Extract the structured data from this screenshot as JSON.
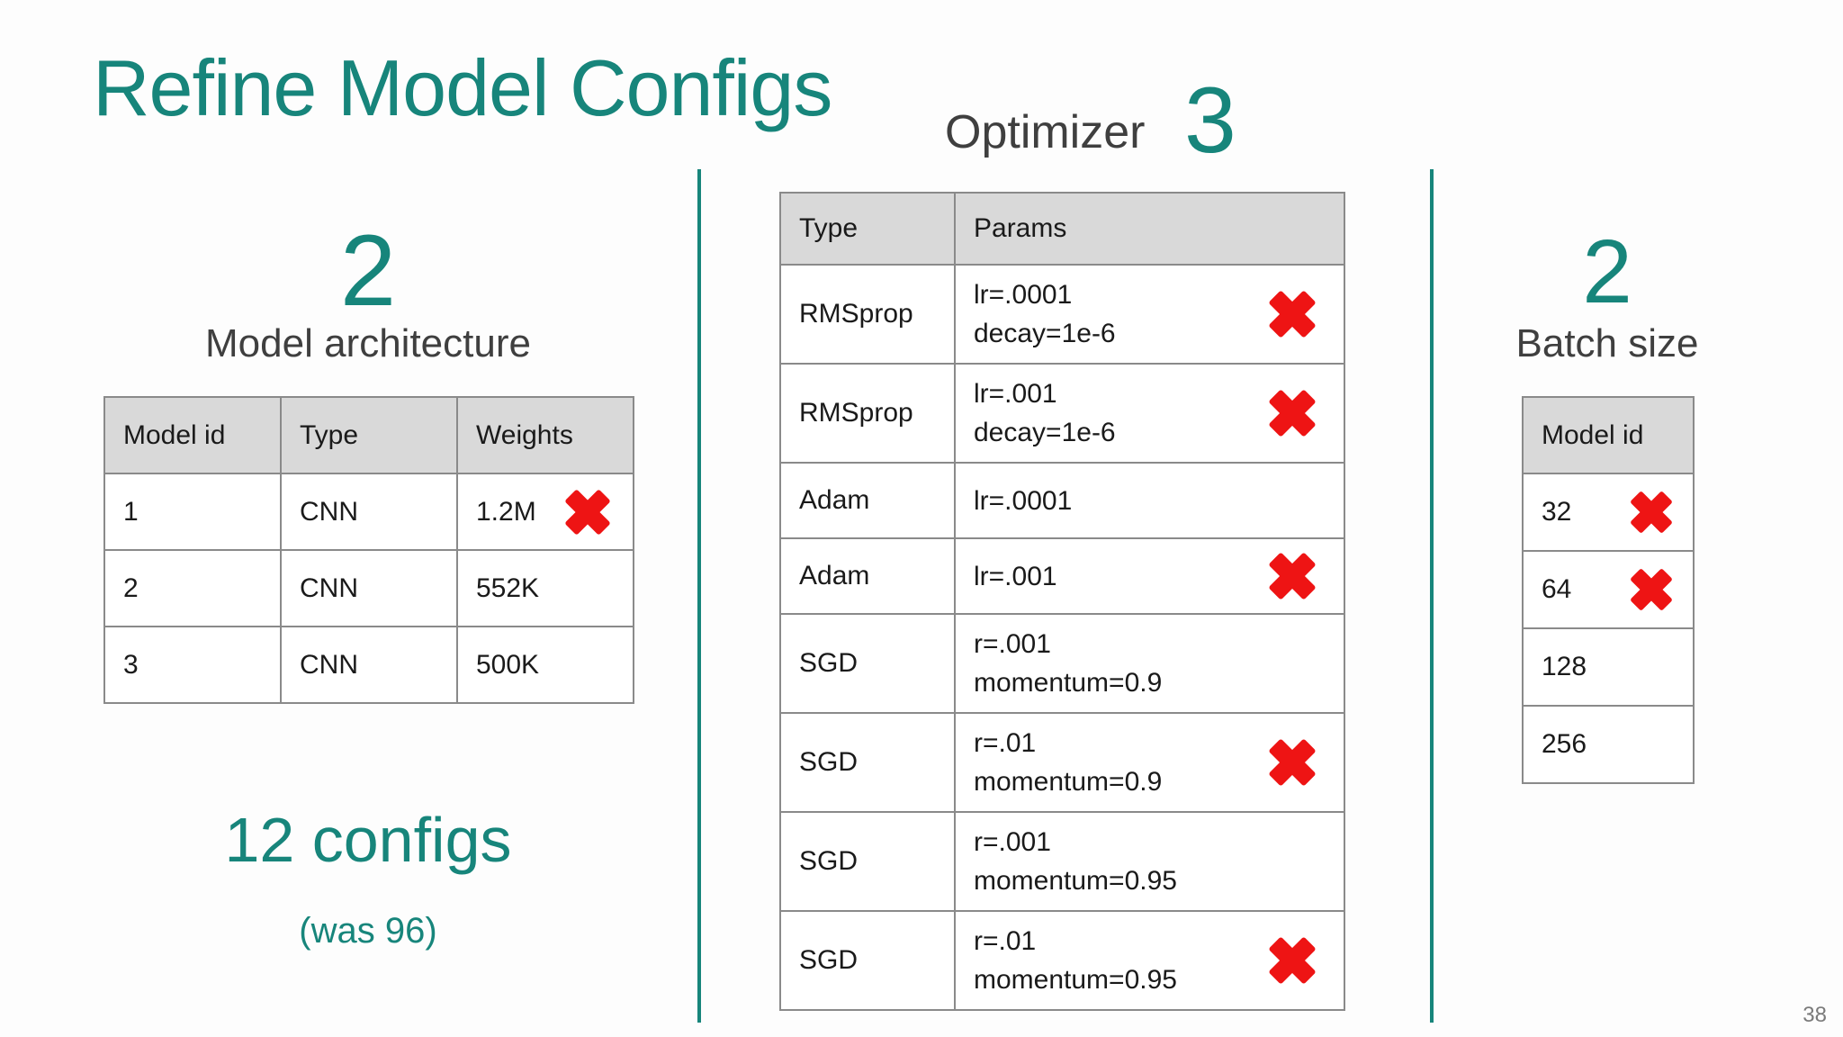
{
  "slide": {
    "title": "Refine Model Configs",
    "page_number": "38",
    "colors": {
      "teal": "#17857B",
      "heading_gray": "#3F3F3F",
      "text_black": "#1A1A1A",
      "red": "#EE1414",
      "table_border": "#8A8A8A",
      "header_bg": "#D9D9D9",
      "page_gray": "#7A7A7A"
    }
  },
  "model_architecture": {
    "count": "2",
    "heading": "Model architecture",
    "table": {
      "headers": [
        "Model id",
        "Type",
        "Weights"
      ],
      "rows": [
        {
          "model_id": "1",
          "type": "CNN",
          "weights": "1.2M",
          "rejected": true
        },
        {
          "model_id": "2",
          "type": "CNN",
          "weights": "552K",
          "rejected": false
        },
        {
          "model_id": "3",
          "type": "CNN",
          "weights": "500K",
          "rejected": false
        }
      ]
    },
    "summary": "12 configs",
    "summary_note": "(was 96)"
  },
  "optimizer": {
    "heading": "Optimizer",
    "count": "3",
    "table": {
      "headers": [
        "Type",
        "Params"
      ],
      "rows": [
        {
          "type": "RMSprop",
          "params_line1": "lr=.0001",
          "params_line2": "decay=1e-6",
          "rejected": true
        },
        {
          "type": "RMSprop",
          "params_line1": "lr=.001",
          "params_line2": "decay=1e-6",
          "rejected": true
        },
        {
          "type": "Adam",
          "params_line1": "lr=.0001",
          "params_line2": "",
          "rejected": false
        },
        {
          "type": "Adam",
          "params_line1": "lr=.001",
          "params_line2": "",
          "rejected": true
        },
        {
          "type": "SGD",
          "params_line1": "r=.001",
          "params_line2": "momentum=0.9",
          "rejected": false
        },
        {
          "type": "SGD",
          "params_line1": "r=.01",
          "params_line2": "momentum=0.9",
          "rejected": true
        },
        {
          "type": "SGD",
          "params_line1": "r=.001",
          "params_line2": "momentum=0.95",
          "rejected": false
        },
        {
          "type": "SGD",
          "params_line1": "r=.01",
          "params_line2": "momentum=0.95",
          "rejected": true
        }
      ]
    }
  },
  "batch_size": {
    "count": "2",
    "heading": "Batch size",
    "table": {
      "headers": [
        "Model id"
      ],
      "rows": [
        {
          "value": "32",
          "rejected": true
        },
        {
          "value": "64",
          "rejected": true
        },
        {
          "value": "128",
          "rejected": false
        },
        {
          "value": "256",
          "rejected": false
        }
      ]
    }
  }
}
